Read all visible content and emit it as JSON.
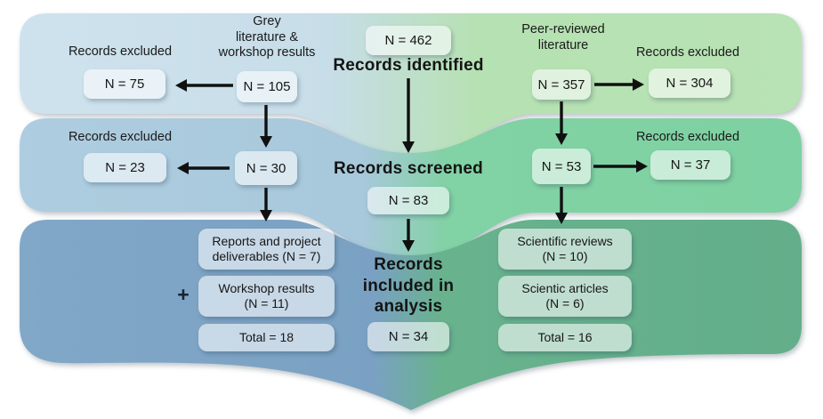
{
  "flow": {
    "center": {
      "identified": {
        "label": "Records identified",
        "n": "N = 462"
      },
      "screened": {
        "label": "Records screened",
        "n": "N = 83"
      },
      "included": {
        "label": "Records\nincluded in\nanalysis",
        "n": "N = 34"
      }
    },
    "grey": {
      "source": "Grey\nliterature &\nworkshop results",
      "source_n": "N = 105",
      "excluded_top": {
        "label": "Records excluded",
        "n": "N = 75"
      },
      "screened_n": "N = 30",
      "excluded_mid": {
        "label": "Records excluded",
        "n": "N = 23"
      },
      "plus": "+",
      "items": [
        "Reports and project\ndeliverables (N = 7)",
        "Workshop results\n(N = 11)",
        "Total = 18"
      ]
    },
    "peer": {
      "source": "Peer-reviewed\nliterature",
      "source_n": "N = 357",
      "excluded_top": {
        "label": "Records excluded",
        "n": "N = 304"
      },
      "screened_n": "N = 53",
      "excluded_mid": {
        "label": "Records excluded",
        "n": "N = 37"
      },
      "items": [
        "Scientific reviews\n(N = 10)",
        "Scientic articles\n(N = 6)",
        "Total = 16"
      ]
    },
    "colors": {
      "blue_light": "#cfe3ee",
      "blue_mid": "#aecde0",
      "blue_dark": "#80a7c7",
      "green_light": "#b8e3b4",
      "green_mid": "#7ed1a2",
      "green_dark": "#63ae8a",
      "arrow": "#101010",
      "text": "#1a1a1a"
    }
  }
}
